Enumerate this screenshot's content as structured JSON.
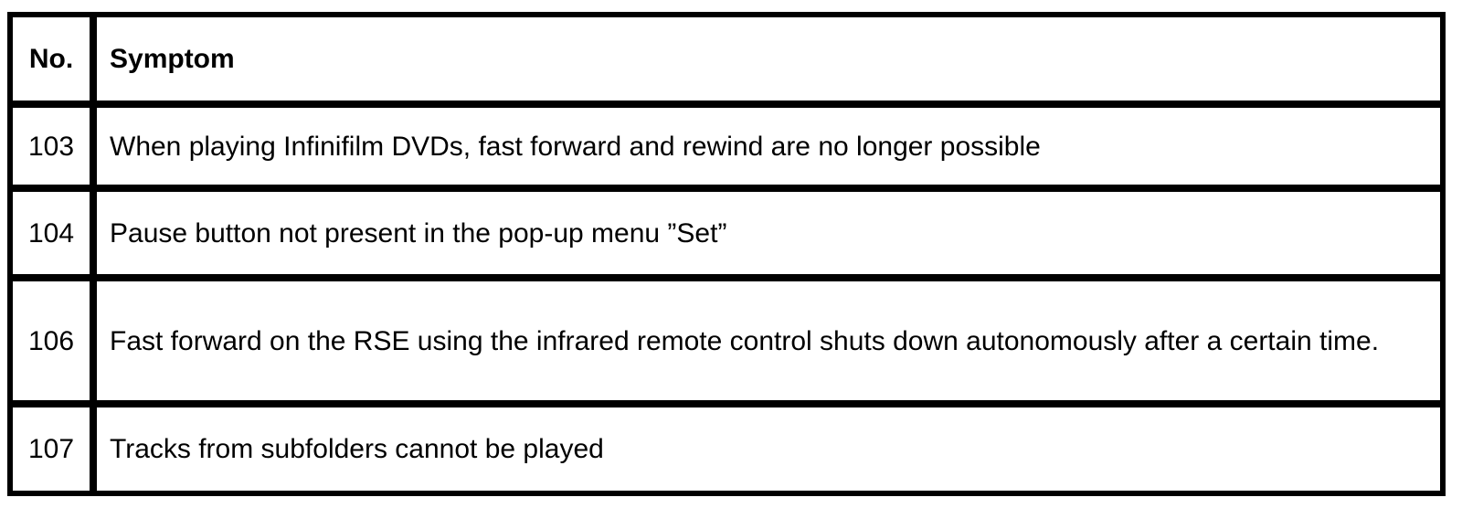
{
  "table": {
    "columns": [
      {
        "key": "no",
        "label": "No."
      },
      {
        "key": "symptom",
        "label": "Symptom"
      }
    ],
    "rows": [
      {
        "no": "103",
        "symptom": "When playing Infinifilm DVDs, fast forward and rewind are no longer possible"
      },
      {
        "no": "104",
        "symptom": "Pause button not present in the pop-up menu ”Set”"
      },
      {
        "no": "106",
        "symptom": "Fast forward on the RSE using the infrared remote control shuts down autonomously after a certain time."
      },
      {
        "no": "107",
        "symptom": "Tracks from subfolders cannot be played"
      }
    ]
  },
  "colors": {
    "border": "#000000",
    "background": "#ffffff",
    "text": "#000000"
  }
}
